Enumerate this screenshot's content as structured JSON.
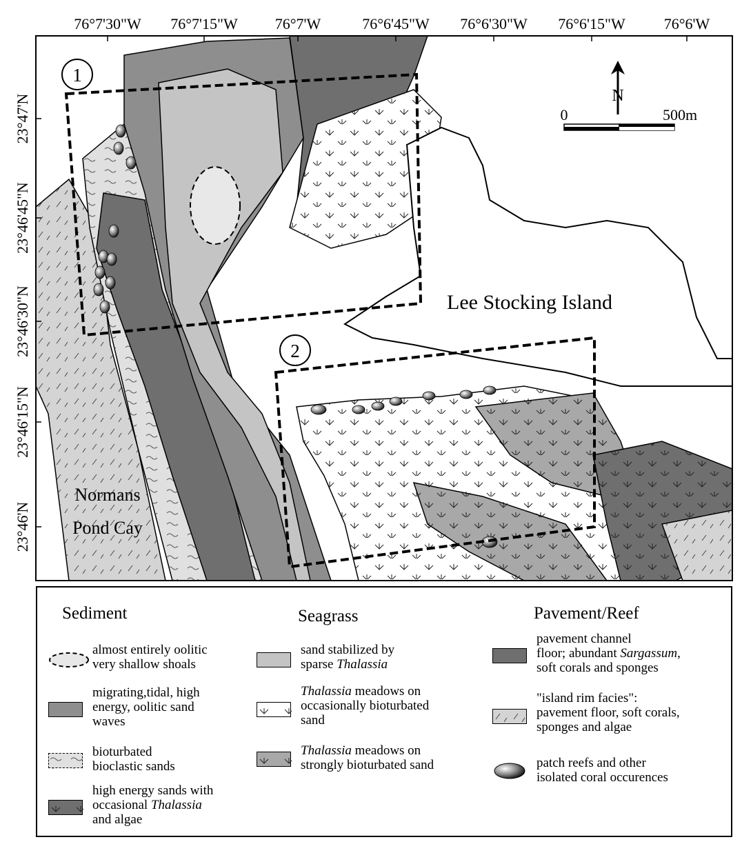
{
  "colors": {
    "channel_floor": "#6f6f6f",
    "tidal_sand_waves": "#8e8e8e",
    "sparse_thalassia": "#c4c4c4",
    "bioclastic": "#e0e0e0",
    "meadow_strong": "#a8a8a8",
    "meadow_occasional": "#ffffff",
    "shoal": "#e8e8e8",
    "rim": "#d4d4d4"
  },
  "longitudes": [
    "76°7'30\"W",
    "76°7'15\"W",
    "76°7'W",
    "76°6'45\"W",
    "76°6'30\"W",
    "76°6'15\"W",
    "76°6'W"
  ],
  "latitudes": [
    "23°47'N",
    "23°46'45\"N",
    "23°46'30\"N",
    "23°46'15\"N",
    "23°46'N"
  ],
  "map": {
    "island_label": "Lee Stocking Island",
    "cay_label_line1": "Normans",
    "cay_label_line2": "Pond Cay",
    "area1_label": "1",
    "area2_label": "2",
    "north_label": "N",
    "scale_zero": "0",
    "scale_end": "500m"
  },
  "legend": {
    "sediment": {
      "heading": "Sediment",
      "item1": [
        "almost entirely oolitic",
        "very shallow shoals"
      ],
      "item2": [
        "migrating,tidal, high",
        "energy, oolitic sand",
        "waves"
      ],
      "item3": [
        "bioturbated",
        "bioclastic sands"
      ],
      "item4_line1": "high energy sands with",
      "item4_line2_pre": "occasional ",
      "item4_line2_italic": "Thalassia",
      "item4_line3": "and algae"
    },
    "seagrass": {
      "heading": "Seagrass",
      "item1_line1": "sand stabilized by",
      "item1_line2_pre": "sparse ",
      "item1_line2_italic": "Thalassia",
      "item2_line1_italic": "Thalassia",
      "item2_line1_post": " meadows on",
      "item2_line2": "occasionally bioturbated",
      "item2_line3": "sand",
      "item3_line1_italic": "Thalassia",
      "item3_line1_post": " meadows on",
      "item3_line2": "strongly bioturbated sand"
    },
    "pavement": {
      "heading": "Pavement/Reef",
      "item1_line1": "pavement channel",
      "item1_line2_pre": "floor; abundant ",
      "item1_line2_italic": "Sargassum",
      "item1_line2_post": ",",
      "item1_line3": "soft corals and sponges",
      "item2": [
        "\"island rim facies\":",
        "pavement floor, soft corals,",
        "sponges and algae"
      ],
      "item3": [
        "patch reefs and other",
        "isolated coral occurences"
      ]
    }
  }
}
